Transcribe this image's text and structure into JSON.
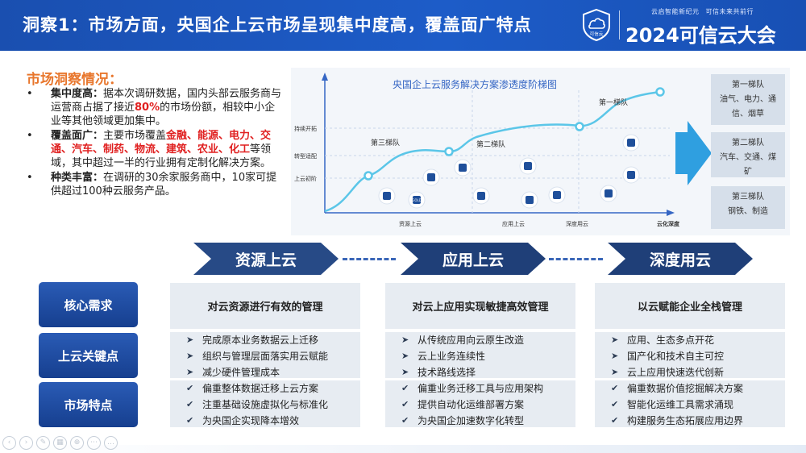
{
  "header": {
    "title": "洞察1：市场方面，央国企上云市场呈现集中度高，覆盖面广特点",
    "logo_text": "可信云",
    "tagline": [
      "云启智能新纪元",
      "可信未来共前行"
    ],
    "brand": "2024可信云大会"
  },
  "insight": {
    "title": "市场洞察情况：",
    "bullet_mark": "•",
    "items": [
      {
        "label": "集中度高：",
        "parts": [
          {
            "text": "据本次调研数据，国内头部云服务商与运营商占据了接近",
            "style": "normal"
          },
          {
            "text": "80%",
            "style": "red"
          },
          {
            "text": "的市场份额，相较中小企业等其他领域更加集中。",
            "style": "normal"
          }
        ]
      },
      {
        "label": "覆盖面广：",
        "parts": [
          {
            "text": "主要市场覆盖",
            "style": "normal"
          },
          {
            "text": "金融、能源、电力、交通、汽车、制药、物流、建筑、农业、化工",
            "style": "red"
          },
          {
            "text": "等领域，其中超过一半的行业拥有定制化解决方案。",
            "style": "normal"
          }
        ]
      },
      {
        "label": "种类丰富：",
        "parts": [
          {
            "text": "在调研的30余家服务商中，10家可提供超过100种云服务产品。",
            "style": "normal"
          }
        ]
      }
    ]
  },
  "chart": {
    "title": "央国企上云服务解决方案渗透度阶梯图",
    "y_labels": [
      "持续开拓",
      "转型适配",
      "上云初阶"
    ],
    "x_labels": [
      "资源上云",
      "应用上云",
      "深度用云",
      "云化深度"
    ],
    "tier_labels": [
      "第三梯队",
      "第二梯队",
      "第一梯队"
    ],
    "tiers": [
      {
        "name": "第一梯队",
        "industries": [
          "油气、电力、通",
          "信、烟草"
        ]
      },
      {
        "name": "第二梯队",
        "industries": [
          "汽车、交通、煤",
          "矿"
        ]
      },
      {
        "name": "第三梯队",
        "industries": [
          "钢铁、制造"
        ]
      }
    ],
    "icons": [
      "bank-icon",
      "gold-icon",
      "chart-icon",
      "home-icon",
      "car-icon",
      "medical-icon",
      "person-icon",
      "cable-icon",
      "fuel-icon",
      "wind-icon",
      "tower-icon"
    ],
    "icon_text": {
      "gold": "GOLD"
    },
    "colors": {
      "curve": "#5bc6e8",
      "arrow": "#2f9fe0",
      "axis": "#3566c4"
    }
  },
  "stages": [
    "资源上云",
    "应用上云",
    "深度用云"
  ],
  "row_labels": [
    "核心需求",
    "上云关键点",
    "市场特点"
  ],
  "list_marks": {
    "key": "➤",
    "market": "✔"
  },
  "columns": [
    {
      "head": "对云资源进行有效的管理",
      "key_points": [
        "完成原本业务数据云上迁移",
        "组织与管理层面落实用云赋能",
        "减少硬件管理成本"
      ],
      "market": [
        "偏重整体数据迁移上云方案",
        "注重基础设施虚拟化与标准化",
        "为央国企实现降本增效"
      ]
    },
    {
      "head": "对云上应用实现敏捷高效管理",
      "key_points": [
        "从传统应用向云原生改造",
        "云上业务连续性",
        "技术路线选择"
      ],
      "market": [
        "偏重业务迁移工具与应用架构",
        "提供自动化运维部署方案",
        "为央国企加速数字化转型"
      ]
    },
    {
      "head": "以云赋能企业全栈管理",
      "key_points": [
        "应用、生态多点开花",
        "国产化和技术自主可控",
        "云上应用快速迭代创新"
      ],
      "market": [
        "偏重数据价值挖掘解决方案",
        "智能化运维工具需求涌现",
        "构建服务生态拓展应用边界"
      ]
    }
  ]
}
